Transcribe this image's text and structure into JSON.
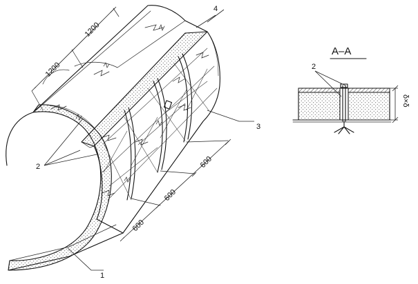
{
  "drawing": {
    "callouts": {
      "part_1": "1",
      "part_2": "2",
      "part_3": "3",
      "part_4": "4"
    },
    "dimensions": {
      "segment_a": "1200",
      "segment_b": "1200",
      "band_1": "600",
      "band_2": "600",
      "band_3": "600"
    }
  },
  "section": {
    "title": "A–A",
    "callout": "2",
    "thickness_label": "δ×δ"
  },
  "colors": {
    "line": "#111111",
    "insulation_dots": "#333333",
    "background": "#ffffff"
  }
}
